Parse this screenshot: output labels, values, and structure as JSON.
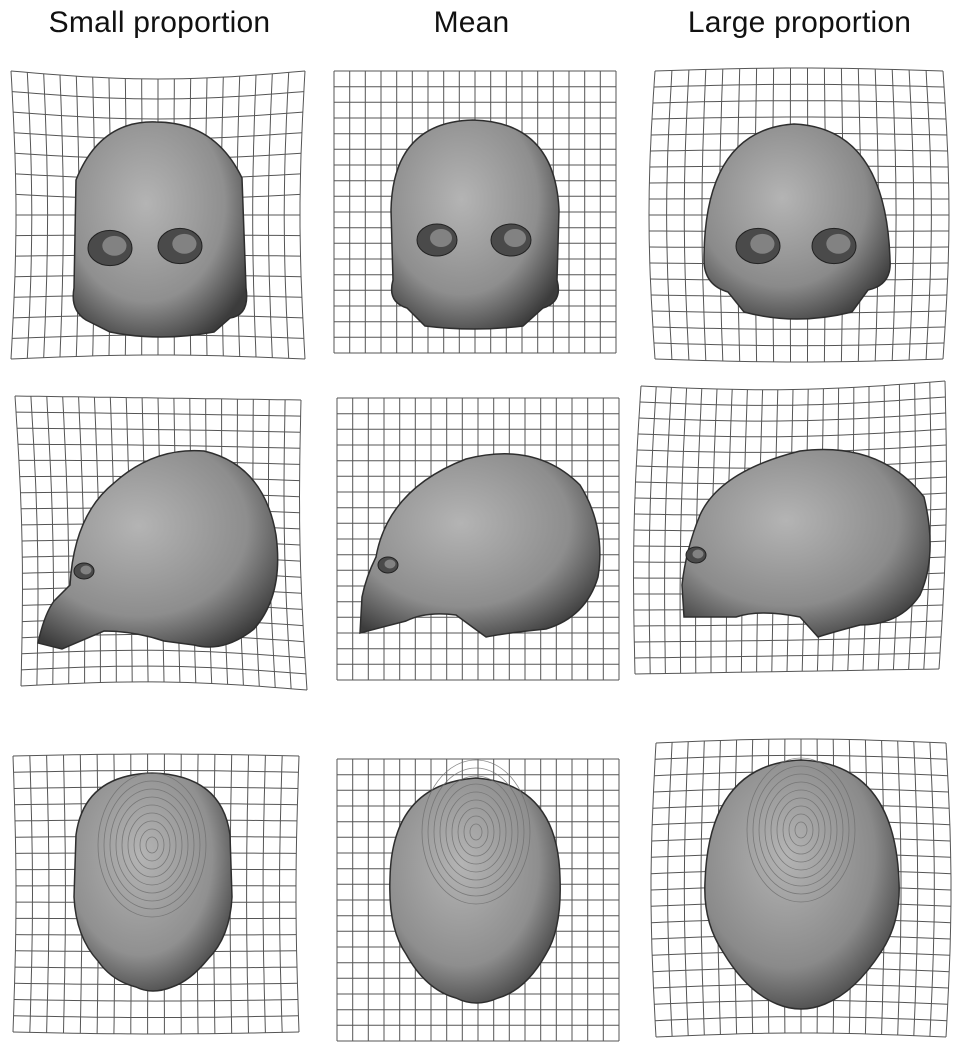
{
  "figure": {
    "columns": [
      {
        "label": "Small proportion"
      },
      {
        "label": "Mean"
      },
      {
        "label": "Large proportion"
      }
    ],
    "rows": [
      "frontal-view",
      "lateral-view",
      "superior-view"
    ]
  }
}
